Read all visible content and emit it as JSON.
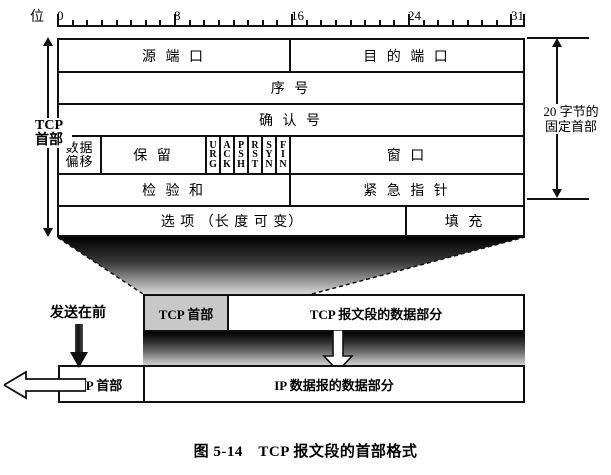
{
  "figure": {
    "caption": "图 5-14　TCP 报文段的首部格式"
  },
  "bit_ruler": {
    "axis_label": "位",
    "ticks": [
      0,
      8,
      16,
      24,
      31
    ],
    "major_labels": [
      "0",
      "8",
      "16",
      "24",
      "31"
    ],
    "total_bits": 32
  },
  "brackets": {
    "left_label": "TCP\n首部",
    "left_label_line1": "TCP",
    "left_label_line2": "首部",
    "right_label_line1": "20 字节的",
    "right_label_line2": "固定首部"
  },
  "header_rows": [
    {
      "row": 1,
      "cells": [
        {
          "label": "源 端 口",
          "bits": "0-15"
        },
        {
          "label": "目 的 端 口",
          "bits": "16-31"
        }
      ]
    },
    {
      "row": 2,
      "cells": [
        {
          "label": "序 号",
          "bits": "0-31"
        }
      ]
    },
    {
      "row": 3,
      "cells": [
        {
          "label": "确 认 号",
          "bits": "0-31"
        }
      ]
    },
    {
      "row": 4,
      "cells": [
        {
          "label": "数据偏移",
          "label_line1": "数据",
          "label_line2": "偏移",
          "bits": "0-3"
        },
        {
          "label": "保 留",
          "bits": "4-9"
        }
      ],
      "flags": [
        {
          "name": "URG",
          "letters": [
            "U",
            "R",
            "G"
          ]
        },
        {
          "name": "ACK",
          "letters": [
            "A",
            "C",
            "K"
          ]
        },
        {
          "name": "PSH",
          "letters": [
            "P",
            "S",
            "H"
          ]
        },
        {
          "name": "RST",
          "letters": [
            "R",
            "S",
            "T"
          ]
        },
        {
          "name": "SYN",
          "letters": [
            "S",
            "Y",
            "N"
          ]
        },
        {
          "name": "FIN",
          "letters": [
            "F",
            "I",
            "N"
          ]
        }
      ],
      "window": {
        "label": "窗 口",
        "bits": "16-31"
      }
    },
    {
      "row": 5,
      "cells": [
        {
          "label": "检 验 和",
          "bits": "0-15"
        },
        {
          "label": "紧 急 指 针",
          "bits": "16-31"
        }
      ]
    },
    {
      "row": 6,
      "cells": [
        {
          "label": "选 项 （长 度 可 变）",
          "bits": "0-23"
        },
        {
          "label": "填 充",
          "bits": "24-31"
        }
      ]
    }
  ],
  "encapsulation": {
    "send_first_label": "发送在前",
    "tcp_segment": {
      "header_label": "TCP 首部",
      "data_label": "TCP 报文段的数据部分",
      "header_fill": "#c8c8c8"
    },
    "ip_datagram": {
      "header_label": "IP 首部",
      "data_label": "IP 数据报的数据部分"
    }
  },
  "colors": {
    "line": "#111111",
    "page_background": "#ffffff",
    "tcp_header_fill": "#c8c8c8",
    "gradient_dark": "#000000",
    "gradient_light": "#cfcfcf"
  }
}
